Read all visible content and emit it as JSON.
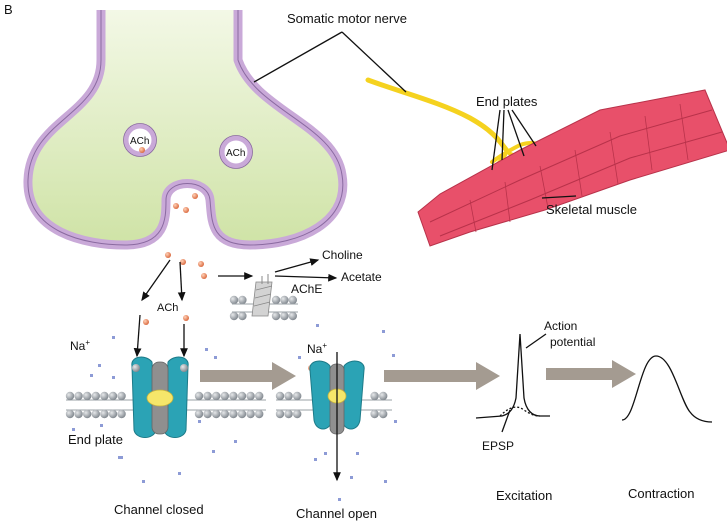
{
  "panel_label": "B",
  "labels": {
    "somatic_motor_nerve": "Somatic motor nerve",
    "end_plates": "End plates",
    "skeletal_muscle": "Skeletal muscle",
    "ach_vesicle_1": "ACh",
    "ach_vesicle_2": "ACh",
    "ach_release": "ACh",
    "choline": "Choline",
    "acetate": "Acetate",
    "ache": "AChE",
    "na_left": "Na",
    "na_left_sup": "+",
    "na_right": "Na",
    "na_right_sup": "+",
    "end_plate": "End plate",
    "channel_closed": "Channel closed",
    "channel_open": "Channel open",
    "action_potential_1": "Action",
    "action_potential_2": "potential",
    "epsp": "EPSP",
    "excitation": "Excitation",
    "contraction": "Contraction"
  },
  "colors": {
    "terminal_outline": "#c9a9d8",
    "terminal_fill": "#d7e7b4",
    "nerve": "#f5d21f",
    "muscle": "#e8506a",
    "channel": "#2ba3b5",
    "channel_core": "#8f8f8f",
    "ligand": "#f5e66a",
    "ach_dot": "#e07a52",
    "sodium": "#8d9bd6",
    "arrow": "#a49b91",
    "membrane_head": "#9aa0a6"
  }
}
